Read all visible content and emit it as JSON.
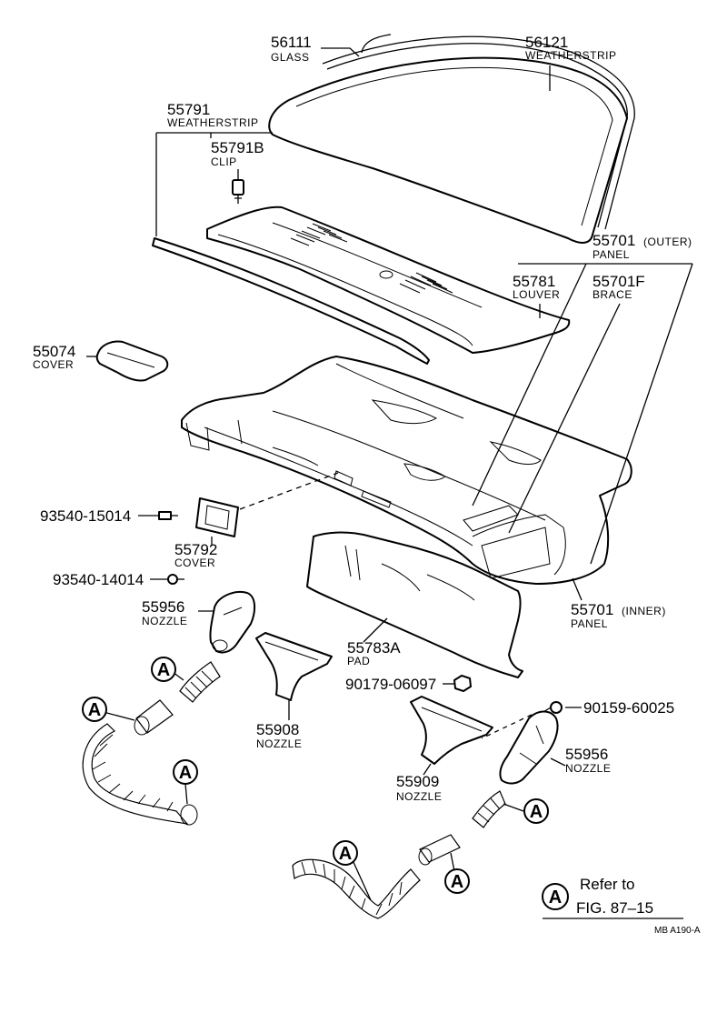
{
  "callouts": [
    {
      "id": "56111",
      "number": "56111",
      "name": "GLASS"
    },
    {
      "id": "56121",
      "number": "56121",
      "name": "WEATHERSTRIP"
    },
    {
      "id": "55791",
      "number": "55791",
      "name": "WEATHERSTRIP"
    },
    {
      "id": "55791B",
      "number": "55791B",
      "name": "CLIP"
    },
    {
      "id": "55701-outer",
      "number": "55701",
      "qualifier": "(OUTER)",
      "name": "PANEL"
    },
    {
      "id": "55781",
      "number": "55781",
      "name": "LOUVER"
    },
    {
      "id": "55701F",
      "number": "55701F",
      "name": "BRACE"
    },
    {
      "id": "55074",
      "number": "55074",
      "name": "COVER"
    },
    {
      "id": "93540-15014",
      "number": "93540-15014",
      "name": ""
    },
    {
      "id": "55792",
      "number": "55792",
      "name": "COVER"
    },
    {
      "id": "93540-14014",
      "number": "93540-14014",
      "name": ""
    },
    {
      "id": "55956-left",
      "number": "55956",
      "name": "NOZZLE"
    },
    {
      "id": "55701-inner",
      "number": "55701",
      "qualifier": "(INNER)",
      "name": "PANEL"
    },
    {
      "id": "55783A",
      "number": "55783A",
      "name": "PAD"
    },
    {
      "id": "90179-06097",
      "number": "90179-06097",
      "name": ""
    },
    {
      "id": "90159-60025",
      "number": "90159-60025",
      "name": ""
    },
    {
      "id": "55908",
      "number": "55908",
      "name": "NOZZLE"
    },
    {
      "id": "55956-right",
      "number": "55956",
      "name": "NOZZLE"
    },
    {
      "id": "55909",
      "number": "55909",
      "name": "NOZZLE"
    }
  ],
  "ref_marker": "A",
  "refer_note": {
    "line1": "Refer to",
    "line2": "FIG. 87–15"
  },
  "figure_code": "MB A190-A"
}
